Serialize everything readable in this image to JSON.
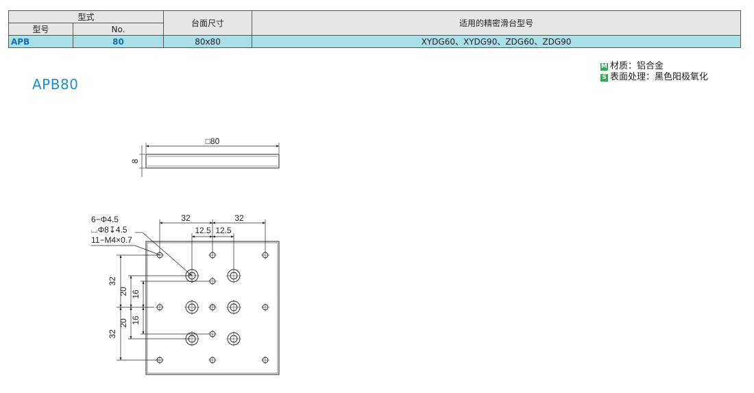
{
  "table": {
    "header_group": "型式",
    "header_model": "型号",
    "header_no": "No.",
    "header_size": "台面尺寸",
    "header_models": "适用的精密滑台型号",
    "row": {
      "model": "APB",
      "no": "80",
      "size": "80x80",
      "models": "XYDG60、XYDG90、ZDG60、ZDG90"
    }
  },
  "title": "APB80",
  "notes": {
    "material_badge": "M",
    "material": "材质：铝合金",
    "surface_badge": "S",
    "surface": "表面处理：黑色阳极氧化"
  },
  "drawing": {
    "side_width": "□80",
    "side_thickness": "8",
    "callout_holes": "6−Φ4.5",
    "callout_counterbore": "⌴Φ8↧4.5",
    "callout_taps": "11−M4×0.7",
    "dim_top_left": "32",
    "dim_top_right": "32",
    "dim_inner_left": "12.5",
    "dim_inner_right": "12.5",
    "dim_left_32_upper": "32",
    "dim_left_32_lower": "32",
    "dim_20_upper": "20",
    "dim_20_lower": "20",
    "dim_16_upper": "16",
    "dim_16_lower": "16"
  }
}
